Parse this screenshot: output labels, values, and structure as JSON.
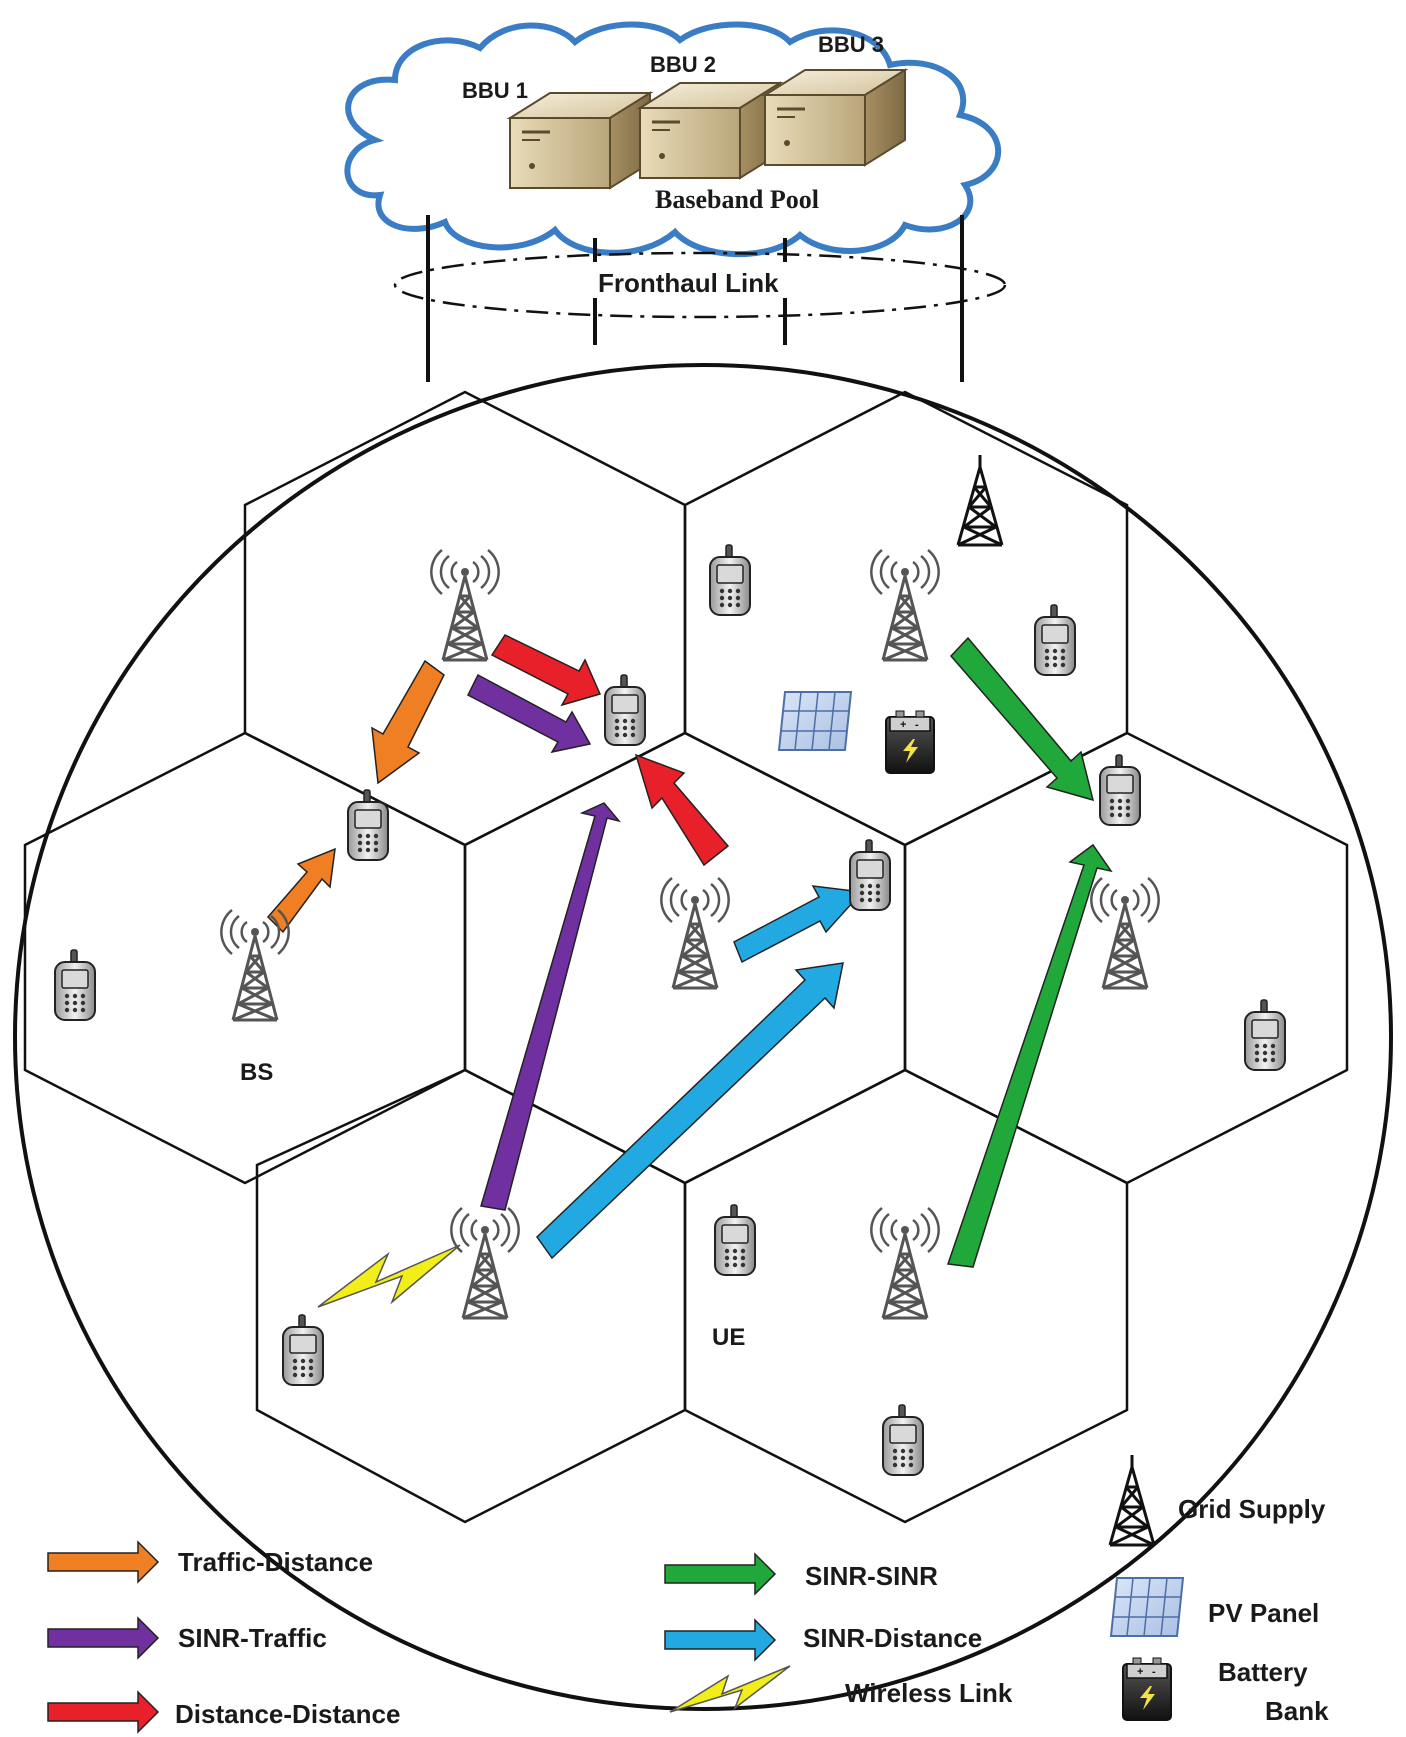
{
  "cloud": {
    "bbus": [
      "BBU 1",
      "BBU 2",
      "BBU 3"
    ],
    "pool_label": "Baseband Pool",
    "fronthaul_label": "Fronthaul Link"
  },
  "labels": {
    "bs": "BS",
    "ue": "UE"
  },
  "legend": {
    "traffic_distance": "Traffic-Distance",
    "sinr_traffic": "SINR-Traffic",
    "distance_distance": "Distance-Distance",
    "sinr_sinr": "SINR-SINR",
    "sinr_distance": "SINR-Distance",
    "wireless_link": "Wireless Link",
    "grid_supply": "Grid Supply",
    "pv_panel": "PV Panel",
    "battery_bank_line1": "Battery",
    "battery_bank_line2": "Bank"
  },
  "colors": {
    "traffic_distance": "#ef7f22",
    "sinr_traffic": "#7030a0",
    "distance_distance": "#e8202a",
    "sinr_sinr": "#20a83a",
    "sinr_distance": "#23a9e1",
    "wireless_link": "#f2ee1a",
    "cloud_outline": "#3b7dc4"
  }
}
